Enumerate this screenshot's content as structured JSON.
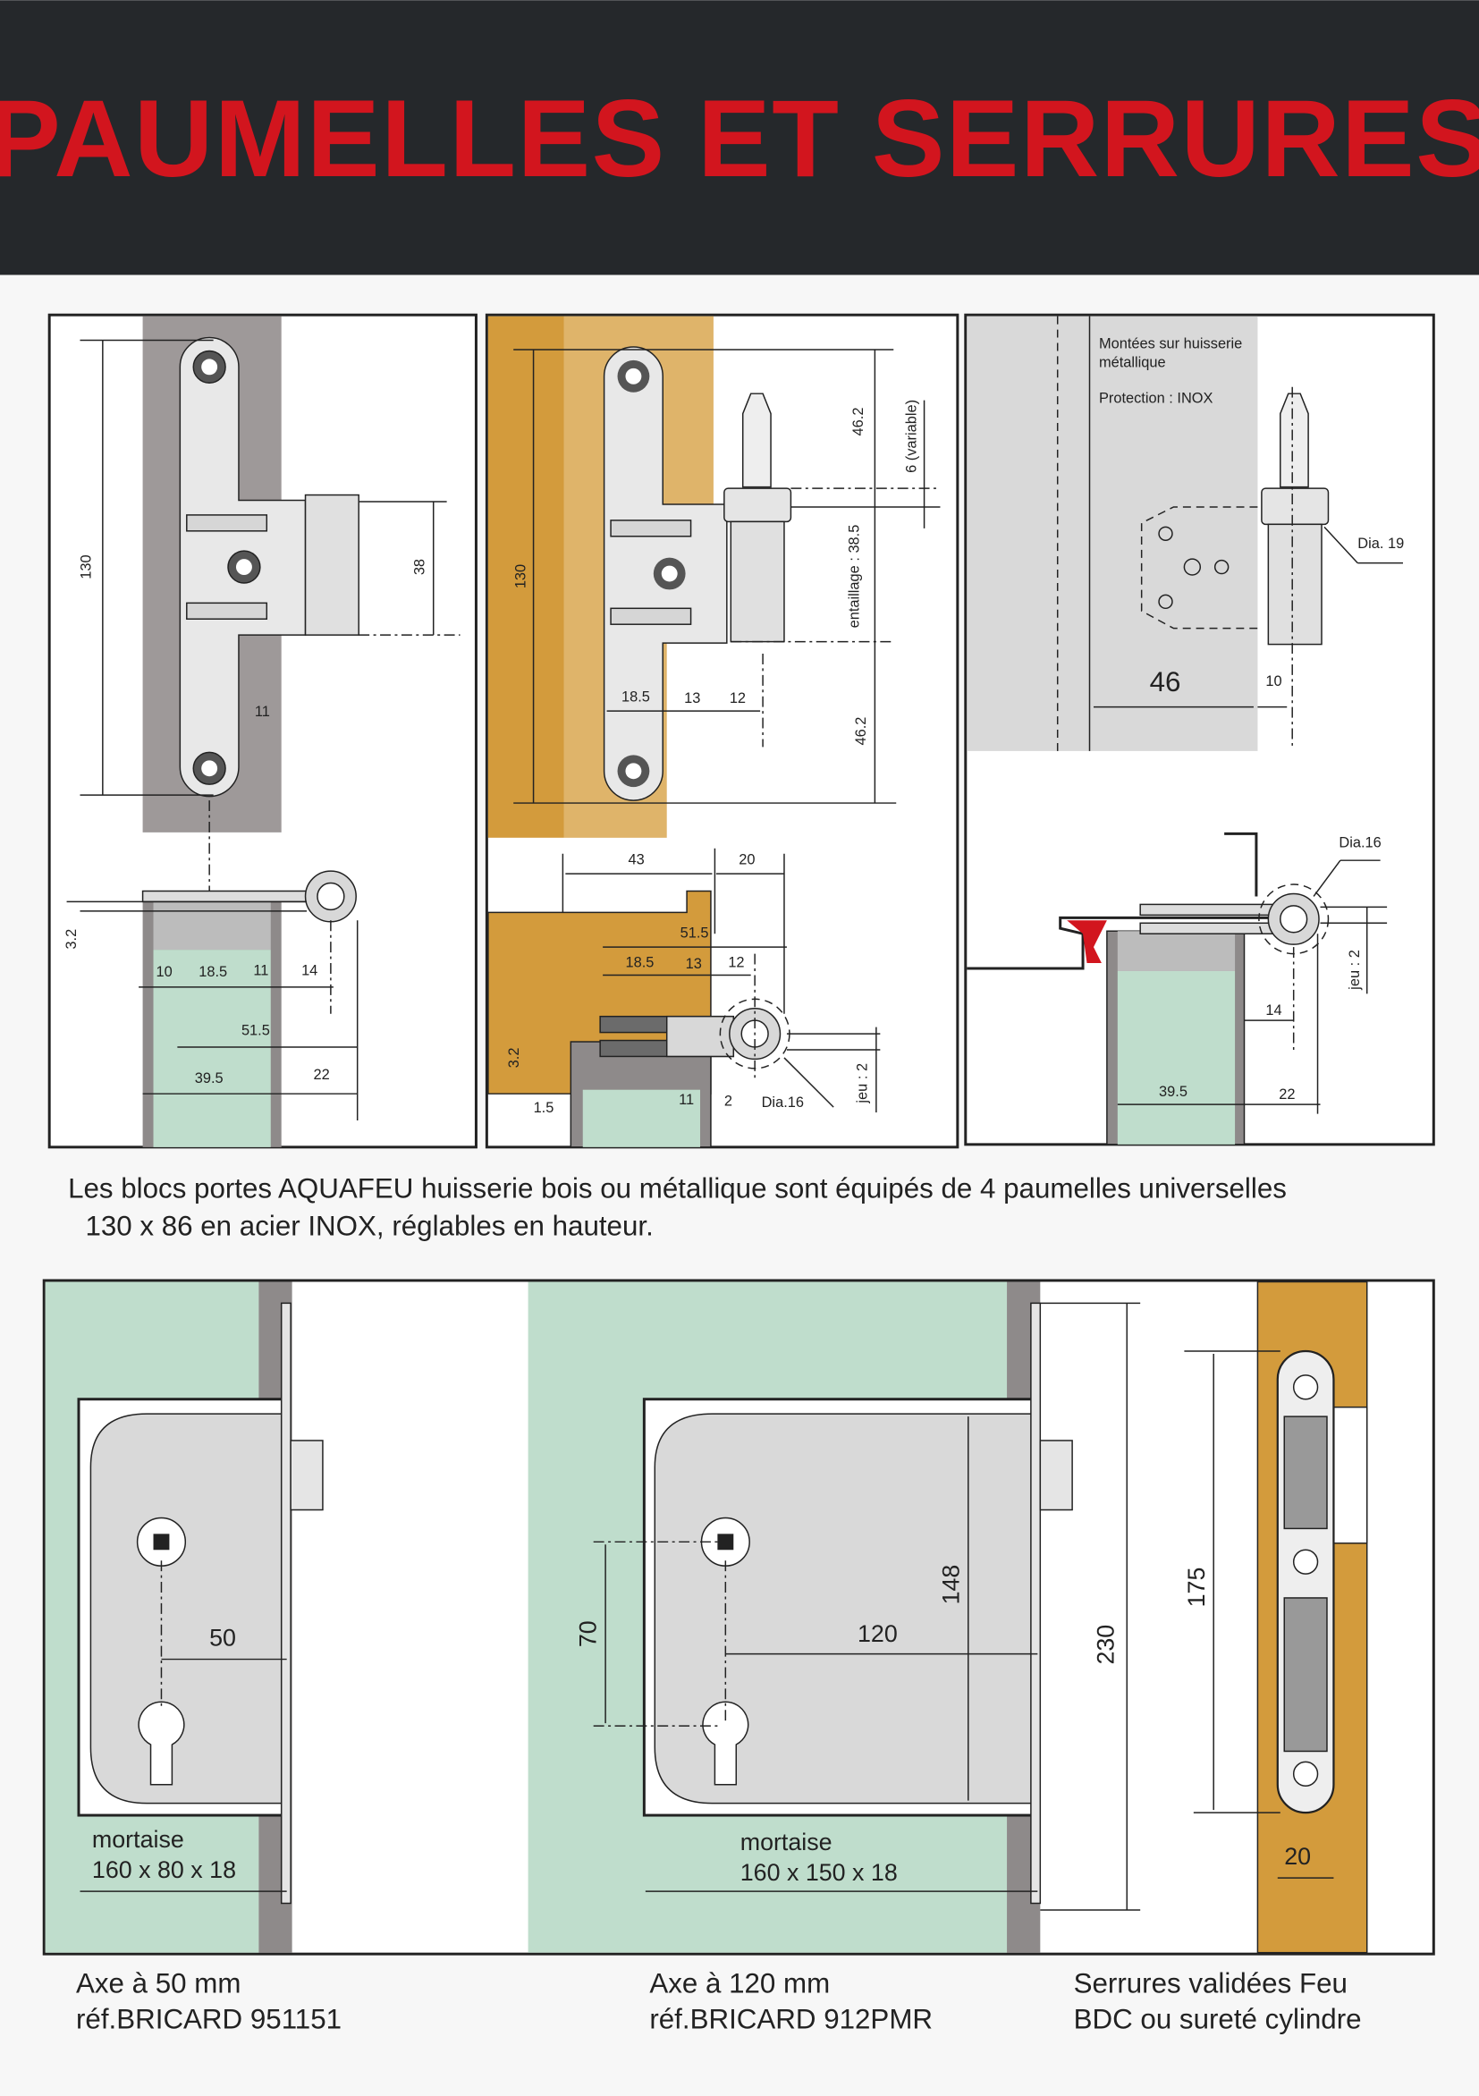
{
  "header": {
    "title": "PAUMELLES ET SERRURES",
    "bg_color": "#25282b",
    "title_color": "#d2151e"
  },
  "hinge_panels": {
    "panel1": {
      "dims": [
        "130",
        "38",
        "11",
        "3.2",
        "10",
        "18.5",
        "11",
        "14",
        "51.5",
        "39.5",
        "22"
      ]
    },
    "panel2": {
      "dims": [
        "130",
        "46.2",
        "6  (variable)",
        "entaillage : 38.5",
        "46.2",
        "18.5",
        "13",
        "12",
        "43",
        "20",
        "51.5",
        "18.5",
        "13",
        "12",
        "3.2",
        "1.5",
        "11",
        "2",
        "Dia.16",
        "jeu : 2"
      ]
    },
    "panel3": {
      "note_line1": "Montées sur huisserie",
      "note_line2": "métallique",
      "protection": "Protection : INOX",
      "dims": [
        "Dia. 19",
        "46",
        "10",
        "Dia.16",
        "jeu : 2",
        "14",
        "39.5",
        "22"
      ]
    }
  },
  "hinge_caption": {
    "line1": "Les blocs portes AQUAFEU huisserie bois ou métallique sont équipés de 4 paumelles universelles",
    "line2": "130 x 86  en acier INOX, réglables en hauteur."
  },
  "locks": {
    "lock1": {
      "dim": "50",
      "mortise_label": "mortaise",
      "mortise_size": "160 x 80 x 18",
      "caption1": "Axe à 50 mm",
      "caption2": "réf.BRICARD 951151"
    },
    "lock2": {
      "dims": [
        "70",
        "120",
        "148",
        "230"
      ],
      "mortise_label": "mortaise",
      "mortise_size": "160 x 150 x 18",
      "caption1": "Axe à 120 mm",
      "caption2": "réf.BRICARD 912PMR"
    },
    "strike": {
      "dims": [
        "175",
        "20"
      ],
      "caption1": "Serrures validées Feu",
      "caption2": "BDC ou sureté cylindre"
    }
  },
  "colors": {
    "wood": "#d39b3c",
    "wood_light": "#dfb46a",
    "wall": "#9e9999",
    "steel": "#d9d9d9",
    "glass": "#bfddcc"
  }
}
